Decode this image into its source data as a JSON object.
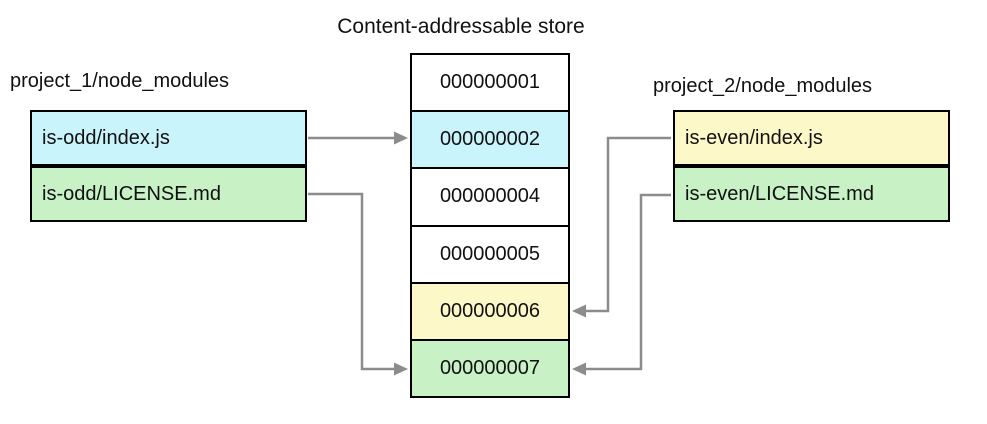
{
  "title": "Content-addressable store",
  "store": {
    "cells": [
      {
        "id": "000000001",
        "color": "#ffffff"
      },
      {
        "id": "000000002",
        "color": "#c9f4fb"
      },
      {
        "id": "000000004",
        "color": "#ffffff"
      },
      {
        "id": "000000005",
        "color": "#ffffff"
      },
      {
        "id": "000000006",
        "color": "#fcf8c8"
      },
      {
        "id": "000000007",
        "color": "#c8f1c5"
      }
    ]
  },
  "project_1": {
    "label": "project_1/node_modules",
    "files": [
      {
        "name": "is-odd/index.js",
        "color": "#c9f4fb",
        "links_to": "000000002"
      },
      {
        "name": "is-odd/LICENSE.md",
        "color": "#c8f1c5",
        "links_to": "000000007"
      }
    ]
  },
  "project_2": {
    "label": "project_2/node_modules",
    "files": [
      {
        "name": "is-even/index.js",
        "color": "#fcf8c8",
        "links_to": "000000006"
      },
      {
        "name": "is-even/LICENSE.md",
        "color": "#c8f1c5",
        "links_to": "000000007"
      }
    ]
  },
  "colors": {
    "arrow": "#8c8c8c",
    "border": "#000000",
    "text": "#111111",
    "background": "#ffffff"
  }
}
